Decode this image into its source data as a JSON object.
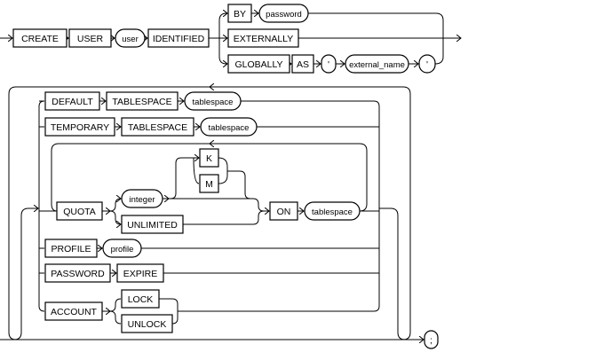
{
  "title": "CREATE USER syntax diagram",
  "header": {
    "create": "CREATE",
    "user_kw": "USER",
    "user": "user",
    "identified": "IDENTIFIED",
    "by": "BY",
    "password": "password",
    "externally": "EXTERNALLY",
    "globally": "GLOBALLY",
    "as": "AS",
    "quote_open": "'",
    "external_name": "external_name",
    "quote_close": "'"
  },
  "options": {
    "default": "DEFAULT",
    "tablespace_kw1": "TABLESPACE",
    "tablespace1": "tablespace",
    "temporary": "TEMPORARY",
    "tablespace_kw2": "TABLESPACE",
    "tablespace2": "tablespace",
    "quota": "QUOTA",
    "integer": "integer",
    "k": "K",
    "m": "M",
    "unlimited": "UNLIMITED",
    "on": "ON",
    "tablespace3": "tablespace",
    "profile_kw": "PROFILE",
    "profile": "profile",
    "password_kw": "PASSWORD",
    "expire": "EXPIRE",
    "account": "ACCOUNT",
    "lock": "LOCK",
    "unlock": "UNLOCK",
    "semicolon": ";"
  }
}
